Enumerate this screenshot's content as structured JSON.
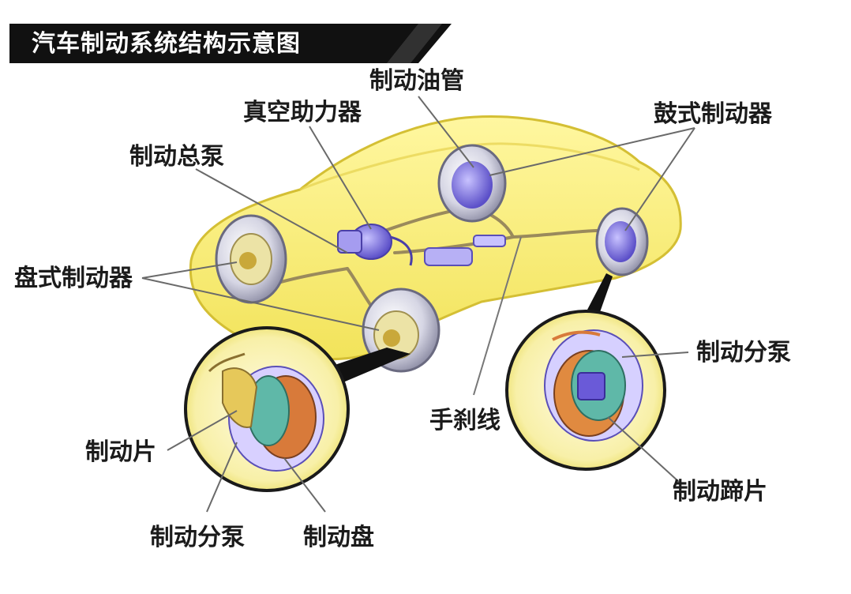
{
  "title": "汽车制动系统结构示意图",
  "labels": {
    "brake_pipe": "制动油管",
    "vacuum_booster": "真空助力器",
    "drum_brake": "鼓式制动器",
    "master_cylinder": "制动总泵",
    "disc_brake": "盘式制动器",
    "wheel_cylinder_drum": "制动分泵",
    "handbrake_cable": "手刹线",
    "brake_pad": "制动片",
    "brake_shoe": "制动蹄片",
    "wheel_cylinder_disc": "制动分泵",
    "brake_disc": "制动盘"
  },
  "colors": {
    "car_body": "#f7ef7a",
    "car_outline": "#d8c43a",
    "tire": "#d9d9e6",
    "hub": "#8c7fe8",
    "caliper": "#e0c24a",
    "pipe": "#9a8a5c",
    "title_band": "#111111",
    "inset_bg": "#fbf6c8"
  }
}
